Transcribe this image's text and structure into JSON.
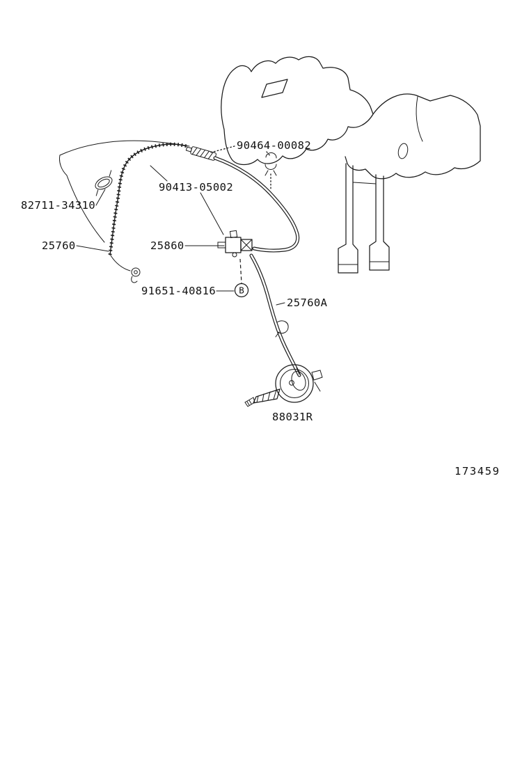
{
  "figure": {
    "number": "173459",
    "callout_b": "B"
  },
  "labels": {
    "spring_clip": "90464-00082",
    "grommet": "90413-05002",
    "clamp": "82711-34310",
    "hose_left": "25760",
    "valve": "25860",
    "bolt": "91651-40816",
    "hose_right": "25760A",
    "actuator": "88031R"
  },
  "colors": {
    "ink": "#1a1a1a",
    "background": "#ffffff"
  }
}
